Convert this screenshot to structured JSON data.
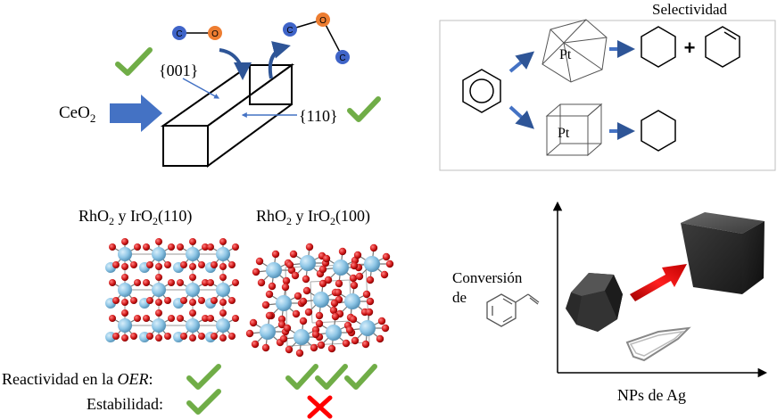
{
  "ceo2_panel": {
    "ceo2_label": "CeO",
    "ceo2_sub": "2",
    "facet_001": "{001}",
    "facet_110": "{110}",
    "atom_c": "C",
    "atom_o": "O"
  },
  "pt_panel": {
    "selectivity_title": "Selectividad",
    "pt_label_top": "Pt",
    "pt_label_bottom": "Pt",
    "plus": "+"
  },
  "oxide_panel": {
    "title_110_a": "RhO",
    "title_110_sub1": "2",
    "title_110_b": " y IrO",
    "title_110_sub2": "2",
    "title_110_c": "(110)",
    "title_100_a": "RhO",
    "title_100_sub1": "2",
    "title_100_b": " y IrO",
    "title_100_sub2": "2",
    "title_100_c": "(100)",
    "reactivity_prefix": "Reactividad en la ",
    "reactivity_italic": "OER",
    "reactivity_suffix": ":",
    "stability_label": "Estabilidad:"
  },
  "ag_panel": {
    "conversion_line1": "Conversión",
    "conversion_line2": "de",
    "x_axis_label": "NPs de Ag"
  },
  "colors": {
    "arrow_blue": "#4472c4",
    "check_green": "#70ad47",
    "cross_red": "#ff0000",
    "atom_blue": "#8ec6e6",
    "atom_red": "#d01818",
    "carbon_blue": "#3f64c8",
    "oxygen_orange": "#ed7d31"
  }
}
